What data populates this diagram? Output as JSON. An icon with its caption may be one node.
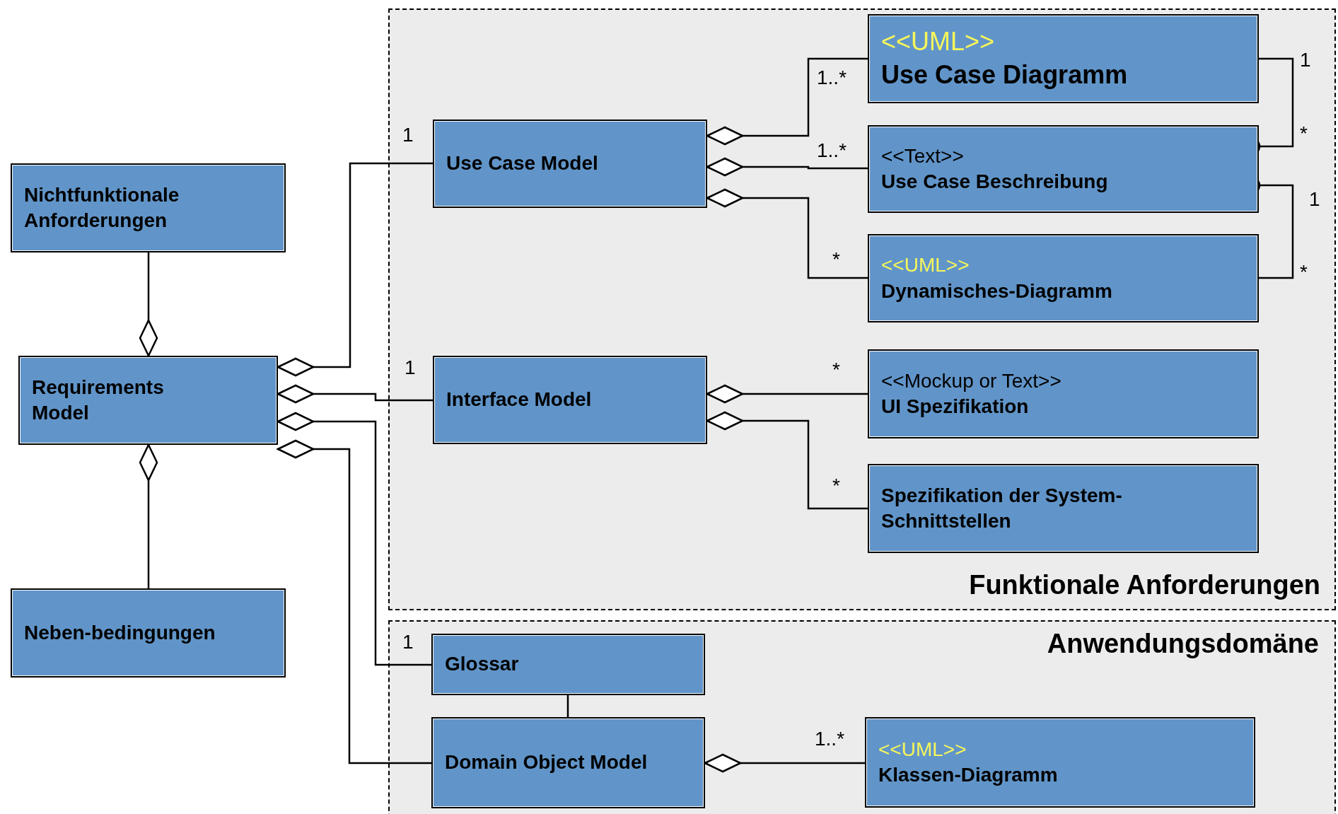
{
  "diagram": {
    "nodes": [
      {
        "text": [
          "Funktionale Anforderungen"
        ]
      },
      {
        "text": [
          "Anwendungsdomäne"
        ]
      },
      {
        "text": [
          "Nichtfunktionale Anforderungen"
        ]
      },
      {
        "text": [
          "Requirements Model"
        ]
      },
      {
        "text": [
          "Neben-bedingungen"
        ]
      },
      {
        "text": [
          "Use Case Model"
        ],
        "in": 0
      },
      {
        "text": [
          "<<UML>>",
          "Use Case Diagramm"
        ],
        "in": 0
      },
      {
        "text": [
          "<<Text>>",
          "Use Case Beschreibung"
        ],
        "in": 0
      },
      {
        "text": [
          "<<UML>>",
          "Dynamisches-Diagramm"
        ],
        "in": 0
      },
      {
        "text": [
          "Interface Model"
        ],
        "in": 0
      },
      {
        "text": [
          "<<Mockup or Text>>",
          "UI Spezifikation"
        ],
        "in": 0
      },
      {
        "text": [
          "Spezifikation der System-Schnittstellen"
        ],
        "in": 0
      },
      {
        "text": [
          "Glossar"
        ],
        "in": 1
      },
      {
        "text": [
          "Domain Object Model"
        ],
        "in": 1
      },
      {
        "text": [
          "<<UML>>",
          "Klassen-Diagramm"
        ],
        "in": 1
      }
    ],
    "edges": [
      {
        "from": 3,
        "to": 2,
        "arrow": "other"
      },
      {
        "from": 3,
        "to": 4,
        "arrow": "other"
      },
      {
        "from": 3,
        "to": 5,
        "arrow": "other",
        "label": "1"
      },
      {
        "from": 3,
        "to": 9,
        "arrow": "other",
        "label": "1"
      },
      {
        "from": 3,
        "to": 12,
        "arrow": "other",
        "label": "1"
      },
      {
        "from": 3,
        "to": 13,
        "arrow": "other"
      },
      {
        "from": 5,
        "to": 6,
        "arrow": "other",
        "label": "1..*"
      },
      {
        "from": 5,
        "to": 7,
        "arrow": "other",
        "label": "1..*"
      },
      {
        "from": 5,
        "to": 8,
        "arrow": "other",
        "label": "*"
      },
      {
        "from": 9,
        "to": 10,
        "arrow": "other",
        "label": "*"
      },
      {
        "from": 9,
        "to": 11,
        "arrow": "other",
        "label": "*"
      },
      {
        "from": 7,
        "to": 6,
        "arrow": "other"
      },
      {
        "from": 7,
        "to": 8,
        "arrow": "other"
      },
      {
        "from": 12,
        "to": 13,
        "arrow": "none"
      },
      {
        "from": 13,
        "to": 14,
        "arrow": "other",
        "label": "1..*"
      }
    ],
    "labels": [
      "1",
      "*",
      "1",
      "*"
    ]
  }
}
